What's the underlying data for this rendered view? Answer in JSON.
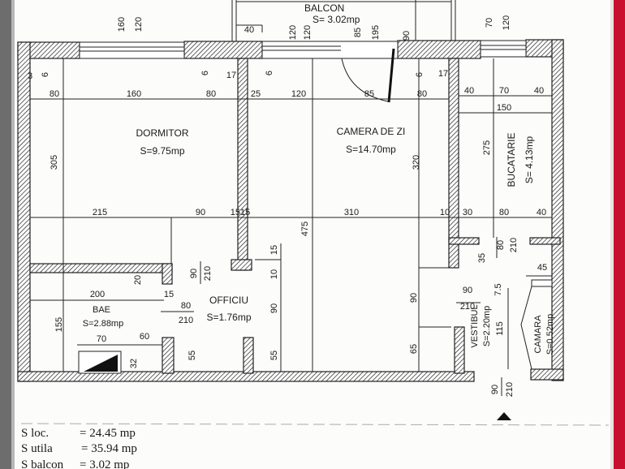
{
  "balcony": {
    "label": "BALCON",
    "area": "S= 3.02mp"
  },
  "rooms": [
    {
      "name": "DORMITOR",
      "area": "S=9.75mp"
    },
    {
      "name": "CAMERA DE ZI",
      "area": "S=14.70mp"
    },
    {
      "name": "BUCATARIE",
      "area": "S= 4.13mp"
    },
    {
      "name": "BAE",
      "area": "S=2.88mp"
    },
    {
      "name": "OFFICIU",
      "area": "S=1.76mp"
    },
    {
      "name": "VESTIBUL",
      "area": "S=2.20mp"
    },
    {
      "name": "CAMARA",
      "area": "S=0.52mp"
    }
  ],
  "dims": [
    "160",
    "120",
    "40",
    "120",
    "120",
    "85",
    "195",
    "90",
    "70",
    "120",
    "80",
    "160",
    "80",
    "25",
    "120",
    "85",
    "80",
    "40",
    "70",
    "40",
    "6",
    "6",
    "6",
    "6",
    "17",
    "17",
    "3",
    "150",
    "305",
    "320",
    "275",
    "215",
    "90",
    "1515",
    "310",
    "10",
    "30",
    "80",
    "40",
    "475",
    "15",
    "10",
    "90",
    "210",
    "20",
    "15",
    "200",
    "80",
    "210",
    "90",
    "155",
    "70",
    "60",
    "32",
    "55",
    "55",
    "90",
    "65",
    "90",
    "210",
    "115",
    "7.5",
    "45",
    "35",
    "80",
    "210",
    "90",
    "210"
  ],
  "summary": [
    {
      "label": "S loc.",
      "value": "= 24.45 mp"
    },
    {
      "label": "S utila",
      "value": "= 35.94 mp"
    },
    {
      "label": "S balcon",
      "value": "=   3.02 mp"
    }
  ],
  "colors": {
    "wall_hatch": "#222222",
    "paper": "#fcfcfa",
    "binding_edge": "#c8102e"
  }
}
